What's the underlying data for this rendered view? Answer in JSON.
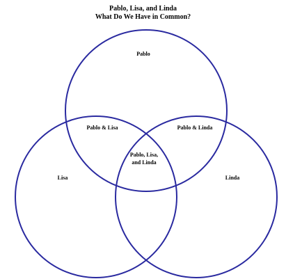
{
  "title": {
    "line1": "Pablo, Lisa, and Linda",
    "line2": "What Do We Have in Common?"
  },
  "circle_color": "#2a2aa0",
  "regions": {
    "pablo": "Pablo",
    "lisa": "Lisa",
    "linda": "Linda",
    "pablo_lisa": "Pablo & Lisa",
    "pablo_linda": "Pablo & Linda",
    "all_line1": "Pablo, Lisa,",
    "all_line2": "and Linda"
  }
}
